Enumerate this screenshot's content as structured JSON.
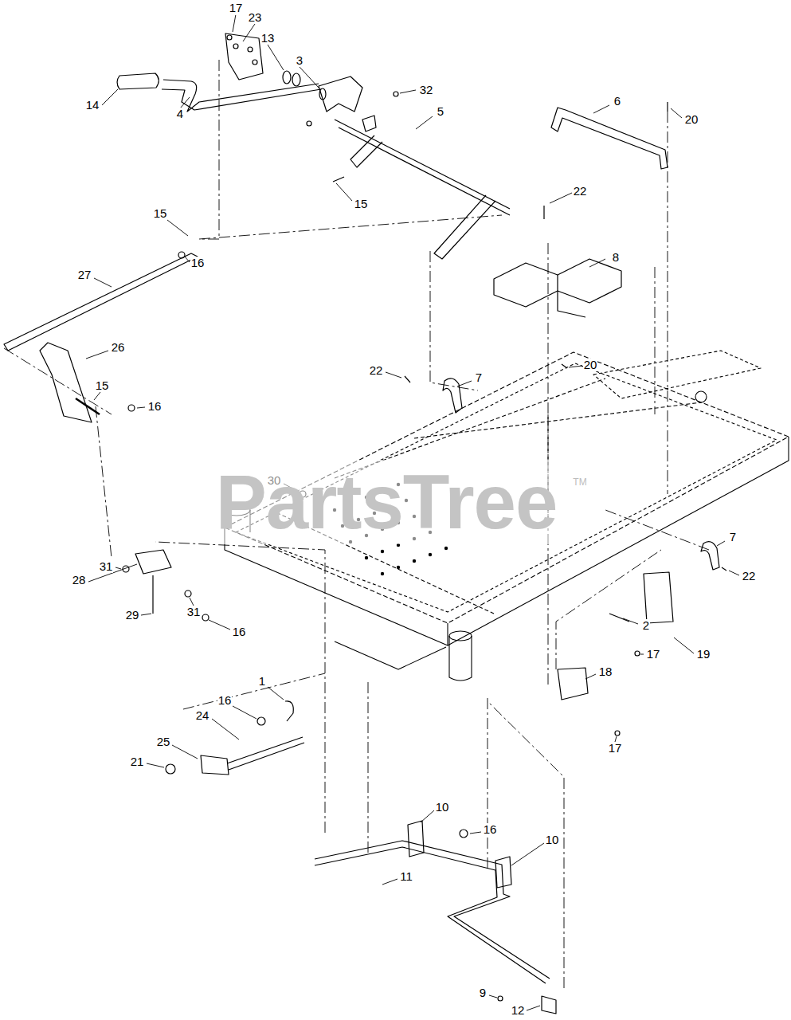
{
  "diagram": {
    "labels": [
      "17",
      "23",
      "13",
      "3",
      "14",
      "4",
      "32",
      "5",
      "6",
      "20",
      "22",
      "8",
      "15",
      "15",
      "27",
      "16",
      "26",
      "15",
      "16",
      "22",
      "7",
      "20",
      "30",
      "31",
      "28",
      "29",
      "31",
      "16",
      "7",
      "22",
      "2",
      "17",
      "19",
      "1",
      "16",
      "24",
      "25",
      "21",
      "18",
      "17",
      "10",
      "16",
      "10",
      "11",
      "9",
      "12",
      "PartsTree",
      "TM"
    ]
  }
}
